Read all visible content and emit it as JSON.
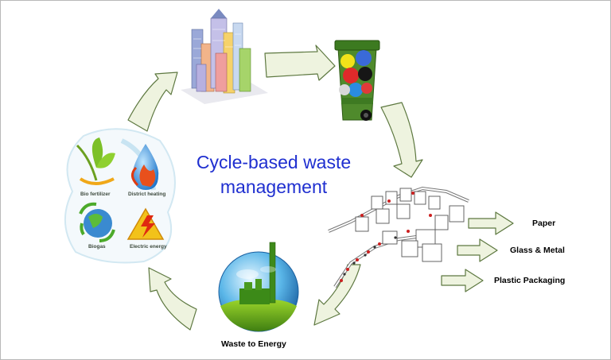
{
  "diagram": {
    "title_lines": [
      "Cycle-based waste",
      "management"
    ],
    "outputs": {
      "paper": "Paper",
      "glass_metal": "Glass & Metal",
      "plastic": "Plastic Packaging"
    },
    "waste_to_energy": "Waste to Energy",
    "energy_cycle": {
      "bio_fertilizer": "Bio fertilizer",
      "district_heating": "District heating",
      "biogas": "Biogas",
      "electric_energy": "Electric energy"
    },
    "colors": {
      "title": "#1f2fd0",
      "arrow_fill": "#eef3df",
      "arrow_stroke": "#5d7840"
    }
  }
}
